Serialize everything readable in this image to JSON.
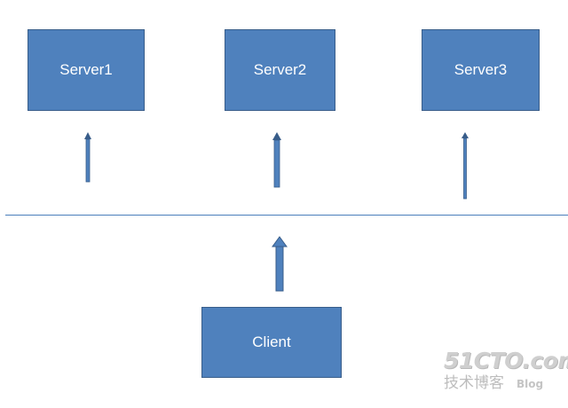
{
  "nodes": {
    "server1": "Server1",
    "server2": "Server2",
    "server3": "Server3",
    "client": "Client"
  },
  "watermark": {
    "logo": "51CTO.com",
    "subtitle": "技术博客",
    "blog": "Blog"
  },
  "colors": {
    "box_fill": "#4f81bd",
    "box_border": "#385d8a",
    "arrow": "#385d8a",
    "divider": "#4a7ebb"
  }
}
